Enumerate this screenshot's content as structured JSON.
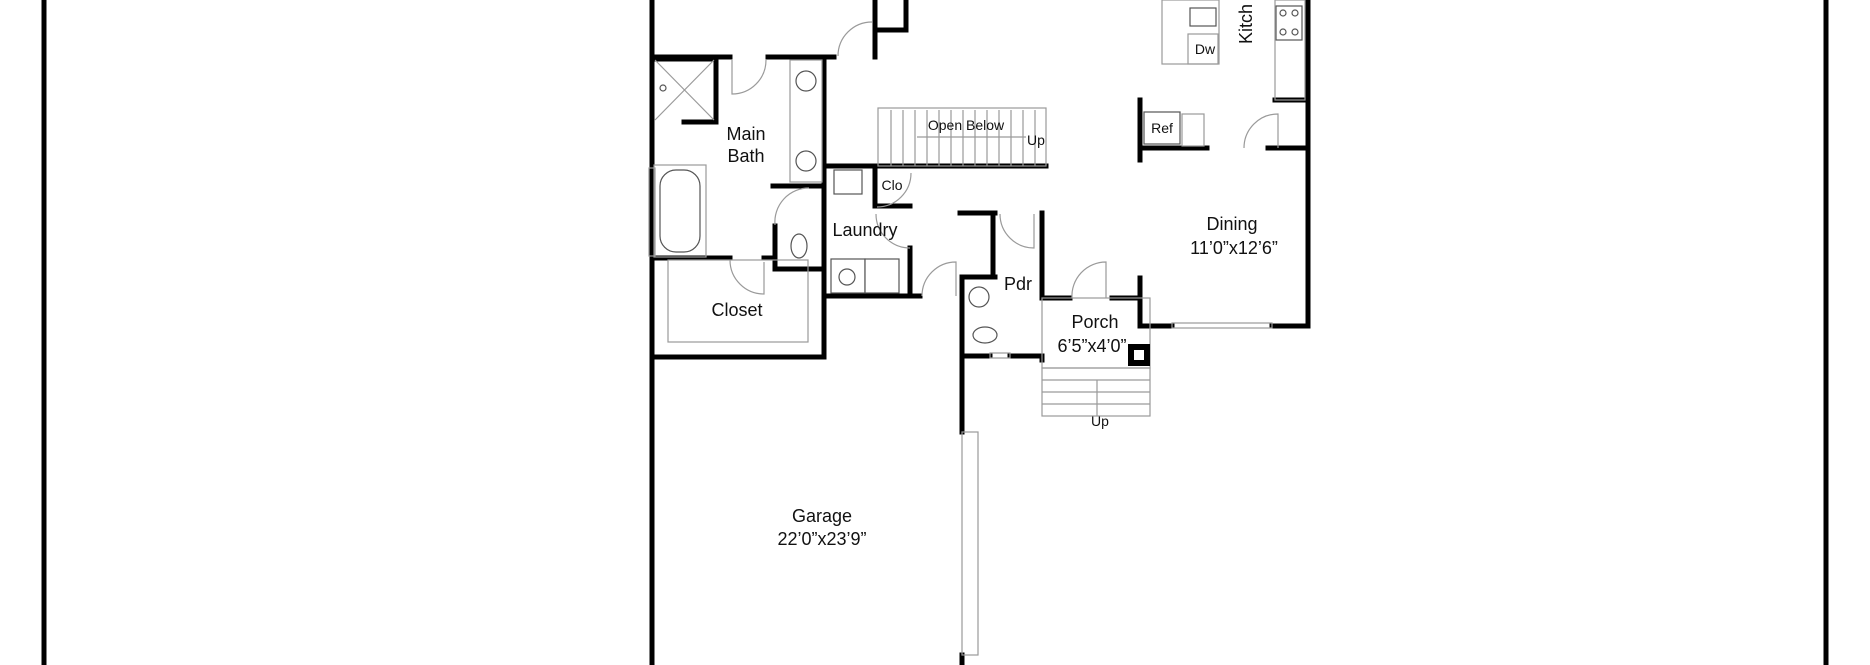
{
  "plan": {
    "rooms": [
      {
        "id": "main-bath",
        "line1": "Main",
        "line2": "Bath"
      },
      {
        "id": "closet",
        "line1": "Closet"
      },
      {
        "id": "laundry",
        "line1": "Laundry"
      },
      {
        "id": "clo",
        "line1": "Clo"
      },
      {
        "id": "pdr",
        "line1": "Pdr"
      },
      {
        "id": "porch",
        "line1": "Porch",
        "line2": "6’5”x4’0”"
      },
      {
        "id": "dining",
        "line1": "Dining",
        "line2": "11’0”x12’6”"
      },
      {
        "id": "garage",
        "line1": "Garage",
        "line2": "22’0”x23’9”"
      },
      {
        "id": "kitchen",
        "line1": "Kitch"
      }
    ],
    "fixtures": {
      "dishwasher": "Dw",
      "refrigerator": "Ref",
      "stairs_label": "Open Below",
      "stairs_up": "Up",
      "porch_steps_up": "Up"
    },
    "colors": {
      "wall": "#000000",
      "fixture": "#9a9a9a",
      "background": "#ffffff"
    }
  }
}
